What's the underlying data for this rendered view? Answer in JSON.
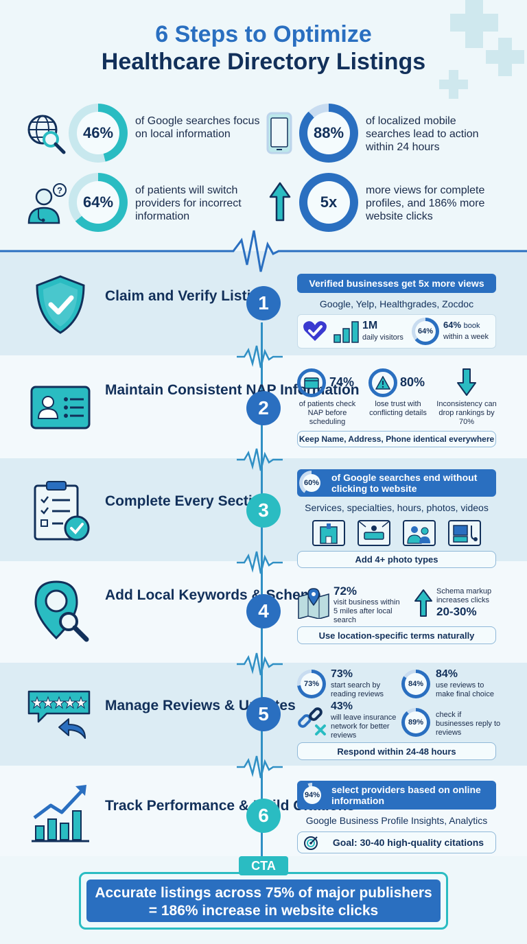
{
  "title": {
    "line1": "6 Steps to Optimize",
    "line2": "Healthcare Directory Listings"
  },
  "stats": [
    {
      "value": "46%",
      "pct": 46,
      "text": "of Google searches focus on local information",
      "icon": "globe-search-icon"
    },
    {
      "value": "88%",
      "pct": 88,
      "text": "of localized mobile searches lead to action within 24 hours",
      "icon": "smartphone-icon"
    },
    {
      "value": "64%",
      "pct": 64,
      "text": "of patients will switch providers for incorrect information",
      "icon": "doctor-question-icon"
    },
    {
      "value": "5x",
      "pct": 100,
      "text": "more views for complete profiles, and 186% more website clicks",
      "icon": "arrow-up-icon"
    }
  ],
  "steps": [
    {
      "num": "1",
      "title": "Claim and Verify Listings",
      "icon": "shield-check-icon",
      "banner": "Verified businesses get 5x more views",
      "platforms": "Google, Yelp, Healthgrades, Zocdoc",
      "visitors_value": "1M",
      "visitors_label": "daily visitors",
      "book_ring": "64%",
      "book_pct": 64,
      "book_value": "64%",
      "book_label": "book within a week"
    },
    {
      "num": "2",
      "title": "Maintain Consistent NAP Information",
      "icon": "id-card-icon",
      "stat1_value": "74%",
      "stat1_label": "of patients check NAP before scheduling",
      "stat2_value": "80%",
      "stat2_label": "lose trust with conflicting details",
      "stat3_label": "Inconsistency can drop rankings by 70%",
      "footer": "Keep Name, Address, Phone identical everywhere"
    },
    {
      "num": "3",
      "title": "Complete Every Section",
      "icon": "clipboard-check-icon",
      "banner_ring": "60%",
      "banner_pct": 60,
      "banner": "of Google searches end without clicking to website",
      "sections": "Services, specialties, hours, photos, videos",
      "footer": "Add 4+ photo types"
    },
    {
      "num": "4",
      "title": "Add Local Keywords & Schema",
      "icon": "location-search-icon",
      "stat_value": "72%",
      "stat_label": "visit business within 5 miles after local search",
      "schema_label": "Schema markup increases clicks",
      "schema_value": "20-30%",
      "footer": "Use location-specific terms naturally"
    },
    {
      "num": "5",
      "title": "Manage Reviews & Updates",
      "icon": "review-stars-icon",
      "r1_ring": "73%",
      "r1_pct": 73,
      "r1_value": "73%",
      "r1_label": "start search by reading reviews",
      "r2_ring": "84%",
      "r2_pct": 84,
      "r2_value": "84%",
      "r2_label": "use reviews to make final choice",
      "r3_value": "43%",
      "r3_label": "will leave insurance network for better reviews",
      "r4_ring": "89%",
      "r4_pct": 89,
      "r4_label": "check if businesses reply to reviews",
      "footer": "Respond within 24-48 hours"
    },
    {
      "num": "6",
      "title": "Track Performance & Build Citations",
      "icon": "growth-chart-icon",
      "banner_ring": "94%",
      "banner_pct": 94,
      "banner": "select providers based on online information",
      "tools": "Google Business Profile Insights, Analytics",
      "goal": "Goal: 30-40 high-quality citations"
    }
  ],
  "cta": {
    "tag": "CTA",
    "line1": "Accurate listings across 75% of major publishers",
    "line2": "= 186% increase in website clicks"
  },
  "colors": {
    "navy": "#12305a",
    "blue": "#2a6fc0",
    "teal": "#2abcc2",
    "light_band": "#dcecf4"
  }
}
